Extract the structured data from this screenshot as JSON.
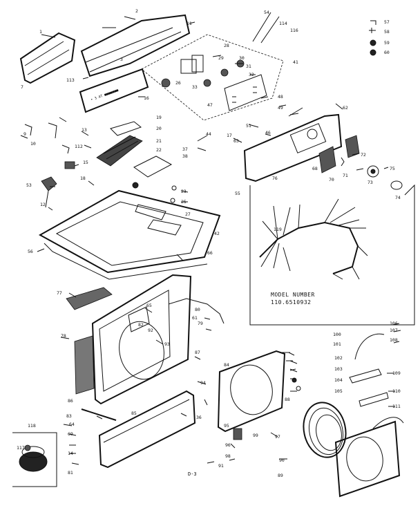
{
  "model_box": {
    "heading": "MODEL NUMBER",
    "number": "110.6510932"
  },
  "page_code": "D-3",
  "panel_text": "• 3 AT  ■■■■■■■",
  "callouts": [
    {
      "id": "c1",
      "label": "1"
    },
    {
      "id": "c2",
      "label": "2"
    },
    {
      "id": "c3",
      "label": "3"
    },
    {
      "id": "c7",
      "label": "7"
    },
    {
      "id": "c9",
      "label": "9"
    },
    {
      "id": "c10",
      "label": "10"
    },
    {
      "id": "c11",
      "label": "11"
    },
    {
      "id": "c12",
      "label": "12"
    },
    {
      "id": "c13",
      "label": "13"
    },
    {
      "id": "c14",
      "label": "14"
    },
    {
      "id": "c15",
      "label": "15"
    },
    {
      "id": "c16",
      "label": "16"
    },
    {
      "id": "c17",
      "label": "17"
    },
    {
      "id": "c18",
      "label": "18"
    },
    {
      "id": "c19",
      "label": "19"
    },
    {
      "id": "c20",
      "label": "20"
    },
    {
      "id": "c21",
      "label": "21"
    },
    {
      "id": "c22",
      "label": "22"
    },
    {
      "id": "c23",
      "label": "23"
    },
    {
      "id": "c25",
      "label": "25"
    },
    {
      "id": "c26",
      "label": "26"
    },
    {
      "id": "c27",
      "label": "27"
    },
    {
      "id": "c28",
      "label": "28"
    },
    {
      "id": "c29",
      "label": "29"
    },
    {
      "id": "c30",
      "label": "30"
    },
    {
      "id": "c31",
      "label": "31"
    },
    {
      "id": "c32",
      "label": "32"
    },
    {
      "id": "c33",
      "label": "33"
    },
    {
      "id": "c36",
      "label": "36"
    },
    {
      "id": "c37",
      "label": "37"
    },
    {
      "id": "c38",
      "label": "38"
    },
    {
      "id": "c41",
      "label": "41"
    },
    {
      "id": "c42",
      "label": "42"
    },
    {
      "id": "c44",
      "label": "44"
    },
    {
      "id": "c46",
      "label": "46"
    },
    {
      "id": "c47",
      "label": "47"
    },
    {
      "id": "c48",
      "label": "48"
    },
    {
      "id": "c49",
      "label": "49"
    },
    {
      "id": "c51",
      "label": "51"
    },
    {
      "id": "c53",
      "label": "53"
    },
    {
      "id": "c54",
      "label": "54"
    },
    {
      "id": "c55",
      "label": "55"
    },
    {
      "id": "c56",
      "label": "56"
    },
    {
      "id": "c57",
      "label": "57"
    },
    {
      "id": "c58",
      "label": "58"
    },
    {
      "id": "c59",
      "label": "59"
    },
    {
      "id": "c60",
      "label": "60"
    },
    {
      "id": "c61",
      "label": "61"
    },
    {
      "id": "c62",
      "label": "62"
    },
    {
      "id": "c63",
      "label": "63"
    },
    {
      "id": "c64",
      "label": "64"
    },
    {
      "id": "c65",
      "label": "65"
    },
    {
      "id": "c66",
      "label": "66"
    },
    {
      "id": "c68",
      "label": "68"
    },
    {
      "id": "c69",
      "label": "69"
    },
    {
      "id": "c70",
      "label": "70"
    },
    {
      "id": "c71",
      "label": "71"
    },
    {
      "id": "c72",
      "label": "72"
    },
    {
      "id": "c73",
      "label": "73"
    },
    {
      "id": "c74",
      "label": "74"
    },
    {
      "id": "c75",
      "label": "75"
    },
    {
      "id": "c76",
      "label": "76"
    },
    {
      "id": "c77",
      "label": "77"
    },
    {
      "id": "c78",
      "label": "78"
    },
    {
      "id": "c79",
      "label": "79"
    },
    {
      "id": "c80",
      "label": "80"
    },
    {
      "id": "c81",
      "label": "81"
    },
    {
      "id": "c82",
      "label": "82"
    },
    {
      "id": "c83",
      "label": "83"
    },
    {
      "id": "c84",
      "label": "84"
    },
    {
      "id": "c85",
      "label": "85"
    },
    {
      "id": "c86",
      "label": "86"
    },
    {
      "id": "c87",
      "label": "87"
    },
    {
      "id": "c88",
      "label": "88"
    },
    {
      "id": "c89",
      "label": "89"
    },
    {
      "id": "c90",
      "label": "90"
    },
    {
      "id": "c91",
      "label": "91"
    },
    {
      "id": "c92",
      "label": "92"
    },
    {
      "id": "c93",
      "label": "93"
    },
    {
      "id": "c94",
      "label": "94"
    },
    {
      "id": "c95",
      "label": "95"
    },
    {
      "id": "c96",
      "label": "96"
    },
    {
      "id": "c97",
      "label": "97"
    },
    {
      "id": "c98",
      "label": "98"
    },
    {
      "id": "c99",
      "label": "99"
    },
    {
      "id": "c100",
      "label": "100"
    },
    {
      "id": "c101",
      "label": "101"
    },
    {
      "id": "c102",
      "label": "102"
    },
    {
      "id": "c103",
      "label": "103"
    },
    {
      "id": "c104",
      "label": "104"
    },
    {
      "id": "c105",
      "label": "105"
    },
    {
      "id": "c106",
      "label": "106"
    },
    {
      "id": "c107",
      "label": "107"
    },
    {
      "id": "c108",
      "label": "108"
    },
    {
      "id": "c109",
      "label": "109"
    },
    {
      "id": "c110",
      "label": "110"
    },
    {
      "id": "c111",
      "label": "111"
    },
    {
      "id": "c112",
      "label": "112"
    },
    {
      "id": "c113",
      "label": "113"
    },
    {
      "id": "c114",
      "label": "114"
    },
    {
      "id": "c116",
      "label": "116"
    },
    {
      "id": "c117",
      "label": "117"
    },
    {
      "id": "c118",
      "label": "118"
    },
    {
      "id": "c119",
      "label": "119"
    }
  ]
}
